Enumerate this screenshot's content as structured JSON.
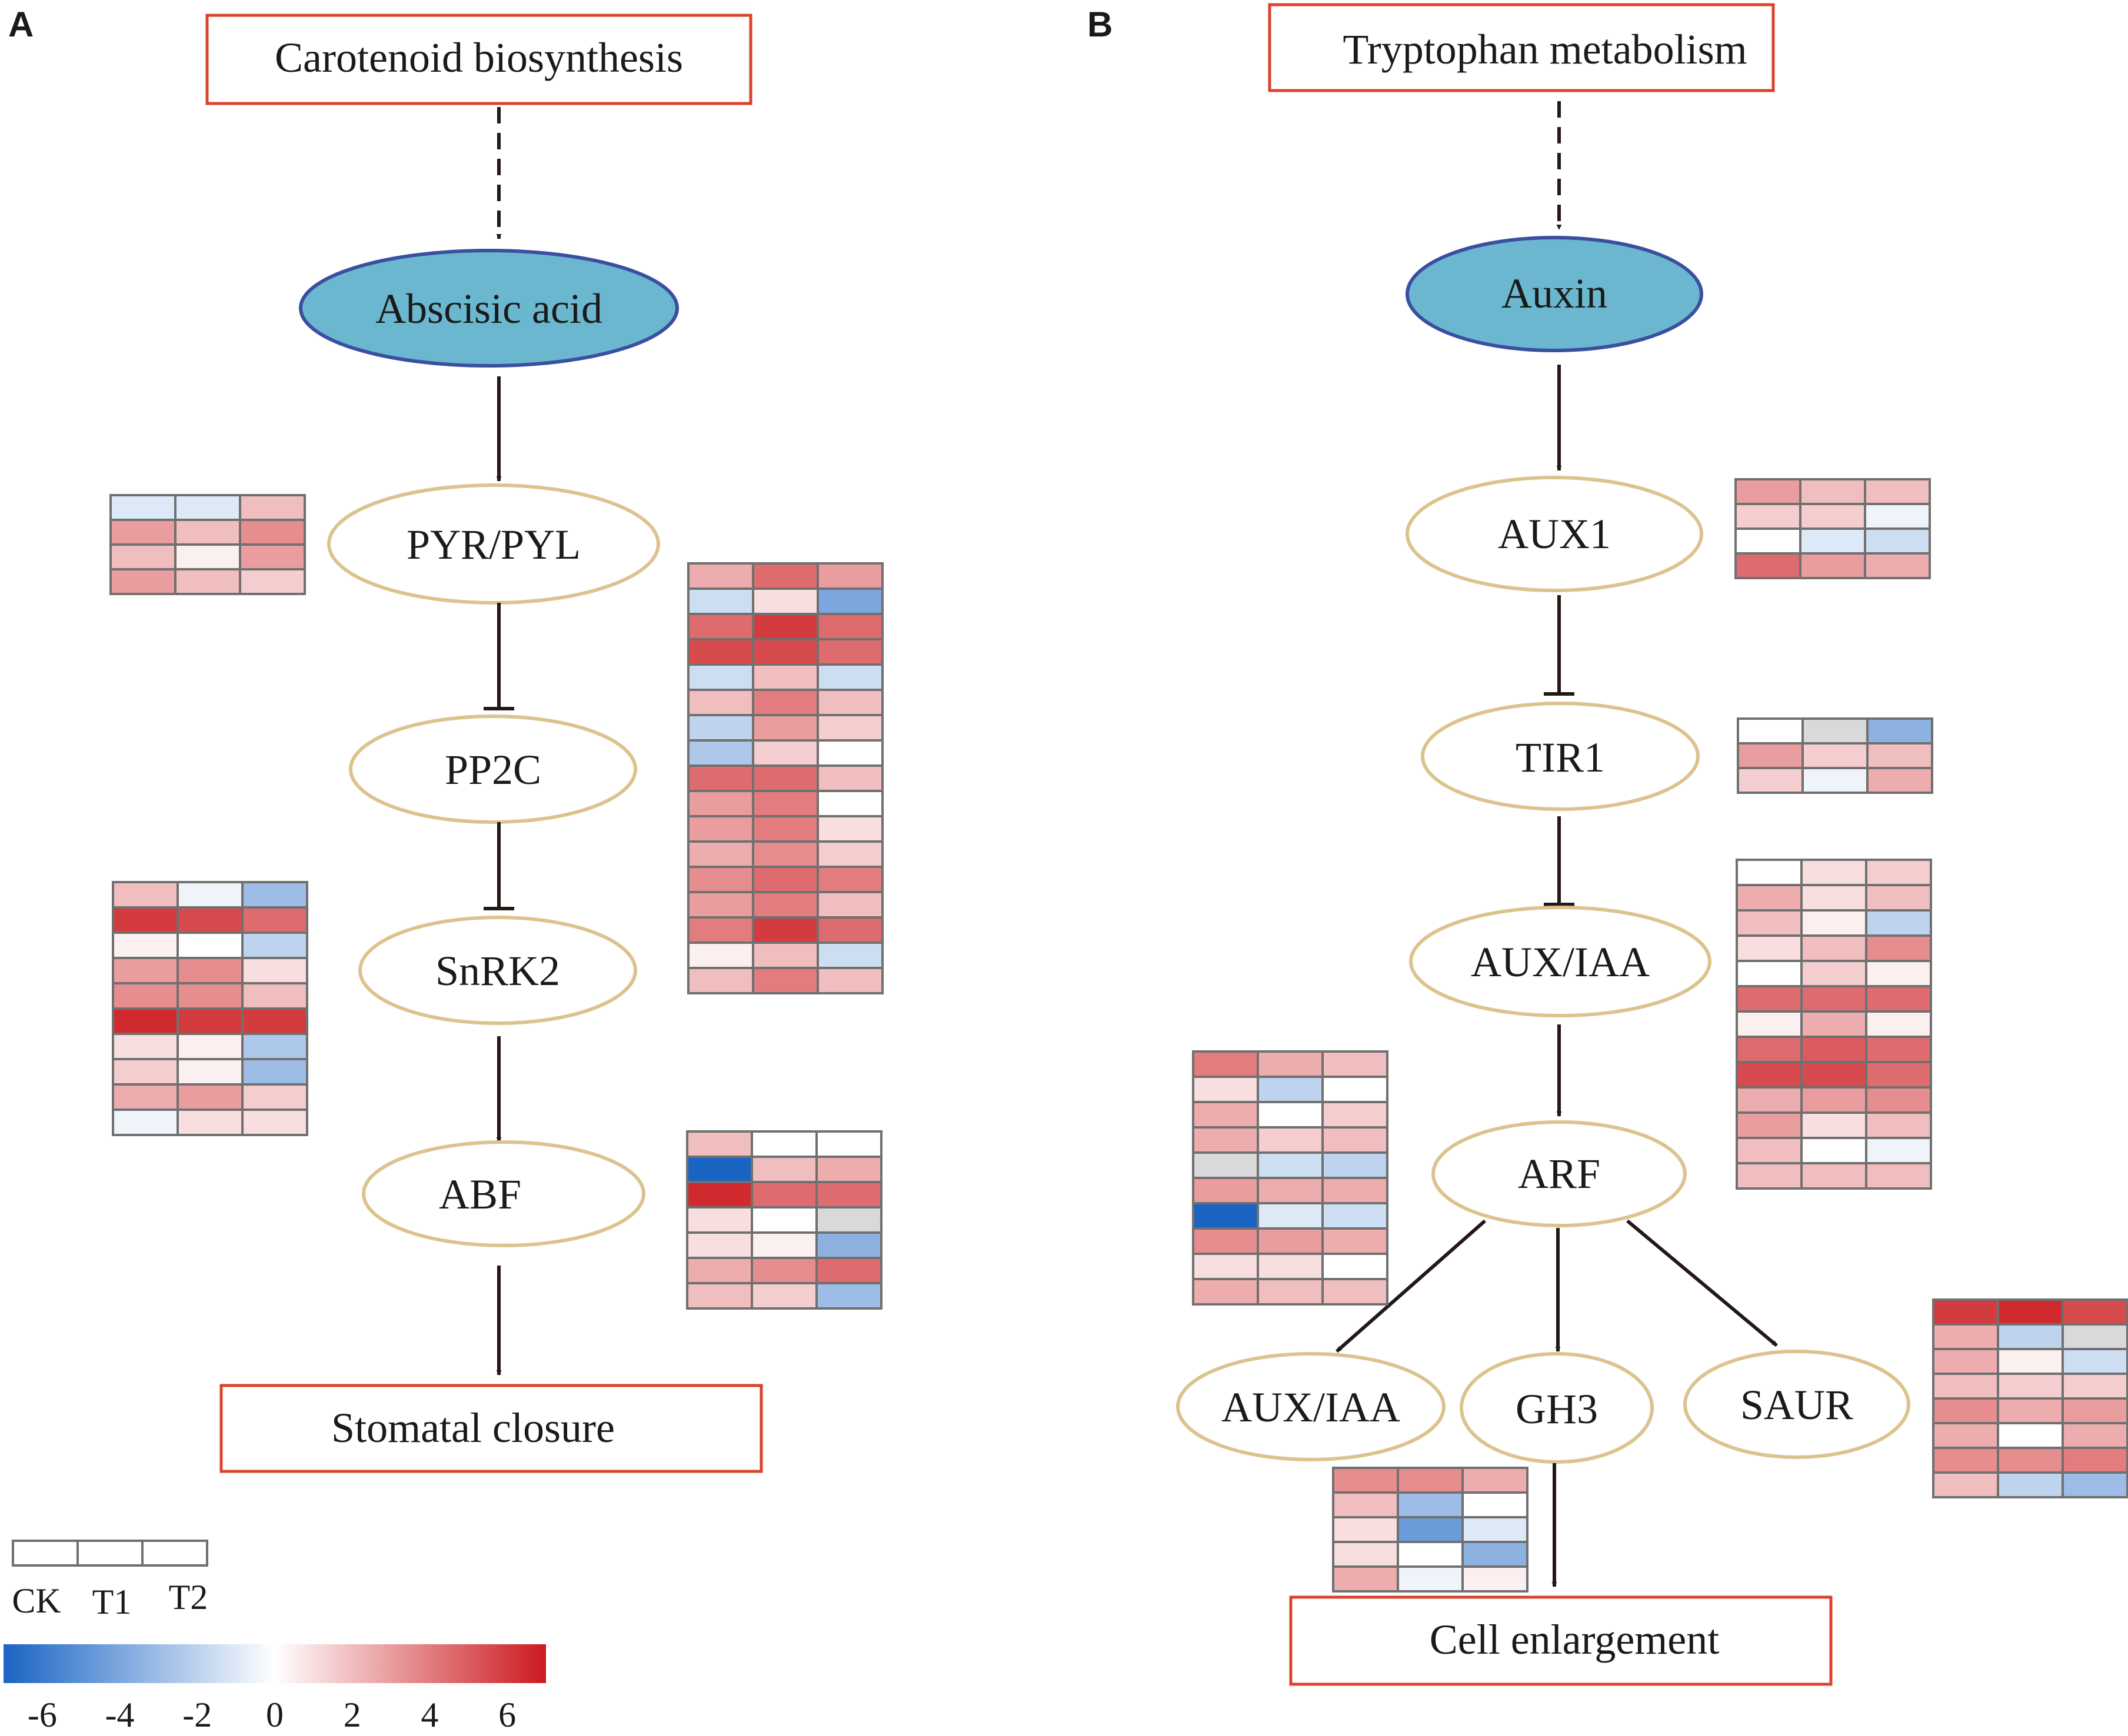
{
  "panel_a": {
    "label": "A",
    "top_box": "Carotenoid biosynthesis",
    "hormone": "Abscisic acid",
    "nodes": [
      "PYR/PYL",
      "PP2C",
      "SnRK2",
      "ABF"
    ],
    "bottom_box": "Stomatal closure"
  },
  "panel_b": {
    "label": "B",
    "top_box": "Tryptophan metabolism",
    "hormone": "Auxin",
    "nodes": [
      "AUX1",
      "TIR1",
      "AUX/IAA",
      "ARF"
    ],
    "branches": [
      "AUX/IAA",
      "GH3",
      "SAUR"
    ],
    "bottom_box": "Cell enlargement"
  },
  "legend": {
    "columns": [
      "CK",
      "T1",
      "T2"
    ],
    "scale_ticks": [
      "-6",
      "-4",
      "-2",
      "0",
      "2",
      "4",
      "6"
    ],
    "scale_min": -7,
    "scale_max": 7
  },
  "colors": {
    "box_border": "#d9432b",
    "hormone_fill": "#6bb7cf",
    "hormone_border": "#3b4fa0",
    "gene_border": "#dcc38e",
    "arrow": "#231815",
    "low": "#1a64c4",
    "mid": "#ffffff",
    "high": "#cc1a1f"
  },
  "heatmaps": {
    "pyr_pyl": [
      [
        -1,
        -1,
        2
      ],
      [
        3,
        2,
        3.5
      ],
      [
        2,
        0.5,
        3
      ],
      [
        3,
        2,
        1.5
      ]
    ],
    "pp2c_snrk2": [
      [
        2.5,
        4.5,
        3
      ],
      [
        -1.5,
        1,
        -4
      ],
      [
        4.5,
        6,
        4.5
      ],
      [
        5.5,
        5.5,
        4.5
      ],
      [
        -1.5,
        2,
        -1.5
      ],
      [
        2,
        4,
        2
      ],
      [
        -2,
        3,
        1.5
      ],
      [
        -2.5,
        1.5,
        0
      ],
      [
        4.5,
        4.5,
        2
      ],
      [
        3,
        4,
        0
      ],
      [
        3,
        4,
        1
      ],
      [
        2.5,
        3.5,
        1.5
      ],
      [
        3.5,
        4.5,
        4
      ],
      [
        3,
        4,
        2
      ],
      [
        4,
        6,
        4.5
      ],
      [
        0.5,
        2,
        -1.5
      ],
      [
        2,
        4,
        2
      ]
    ],
    "pyr_left": [
      [
        2,
        -0.5,
        -3
      ],
      [
        6,
        5.5,
        4.5
      ],
      [
        0.5,
        0,
        -2
      ],
      [
        3,
        3.5,
        1
      ],
      [
        3.5,
        3.5,
        2
      ],
      [
        6.5,
        6,
        6
      ],
      [
        1,
        0.5,
        -2.5
      ],
      [
        1.5,
        0.5,
        -3
      ],
      [
        2.5,
        3,
        1.5
      ],
      [
        -0.5,
        1,
        1
      ]
    ],
    "abf": [
      [
        2,
        0,
        0
      ],
      [
        -7,
        2,
        2.5
      ],
      [
        6.5,
        4.5,
        4.5
      ],
      [
        1,
        0,
        "na"
      ],
      [
        1,
        0.5,
        -3.5
      ],
      [
        2.5,
        3.5,
        4.5
      ],
      [
        2,
        1.5,
        -3
      ]
    ],
    "aux1": [
      [
        3,
        2,
        2
      ],
      [
        1.5,
        1.5,
        -0.5
      ],
      [
        0,
        -1,
        -1.5
      ],
      [
        4.5,
        3,
        2.5
      ]
    ],
    "tir1": [
      [
        0,
        "na",
        -3.5
      ],
      [
        3,
        1.5,
        2
      ],
      [
        1.5,
        -0.5,
        2.5
      ]
    ],
    "aux_iaa": [
      [
        0,
        1,
        1.5
      ],
      [
        2.5,
        1,
        2
      ],
      [
        2,
        0.5,
        -2
      ],
      [
        1,
        2,
        3.5
      ],
      [
        0,
        1.5,
        0.5
      ],
      [
        4.5,
        4.5,
        4.5
      ],
      [
        0.5,
        2.5,
        0.5
      ],
      [
        4.5,
        5,
        4.5
      ],
      [
        5.5,
        5.5,
        4.5
      ],
      [
        2.5,
        3,
        3.5
      ],
      [
        3,
        1,
        2
      ],
      [
        2,
        0,
        -0.5
      ],
      [
        2,
        2,
        2
      ]
    ],
    "arf": [
      [
        4,
        2.5,
        2
      ],
      [
        1,
        -2,
        0
      ],
      [
        2.5,
        0,
        1.5
      ],
      [
        2.5,
        1.5,
        2
      ],
      [
        "na",
        -1.5,
        -2
      ],
      [
        3,
        2.5,
        2.5
      ],
      [
        -7,
        -1,
        -1.5
      ],
      [
        3.5,
        3,
        2.5
      ],
      [
        1,
        1,
        0
      ],
      [
        2.5,
        2,
        2
      ]
    ],
    "gh3": [
      [
        3.5,
        3.5,
        2.5
      ],
      [
        2,
        -3,
        0
      ],
      [
        1,
        -4.5,
        -1
      ],
      [
        1,
        0,
        -3.5
      ],
      [
        2.5,
        -0.5,
        0.5
      ]
    ],
    "saur": [
      [
        6,
        6.5,
        5.5
      ],
      [
        2.5,
        -2,
        "na"
      ],
      [
        2.5,
        0.5,
        -1.5
      ],
      [
        2,
        1.5,
        1.5
      ],
      [
        3.5,
        2.5,
        3
      ],
      [
        2.5,
        0,
        2.5
      ],
      [
        3.5,
        3.5,
        4
      ],
      [
        2,
        -2,
        -3
      ]
    ],
    "legend_box": [
      [
        0,
        0,
        0
      ]
    ]
  }
}
